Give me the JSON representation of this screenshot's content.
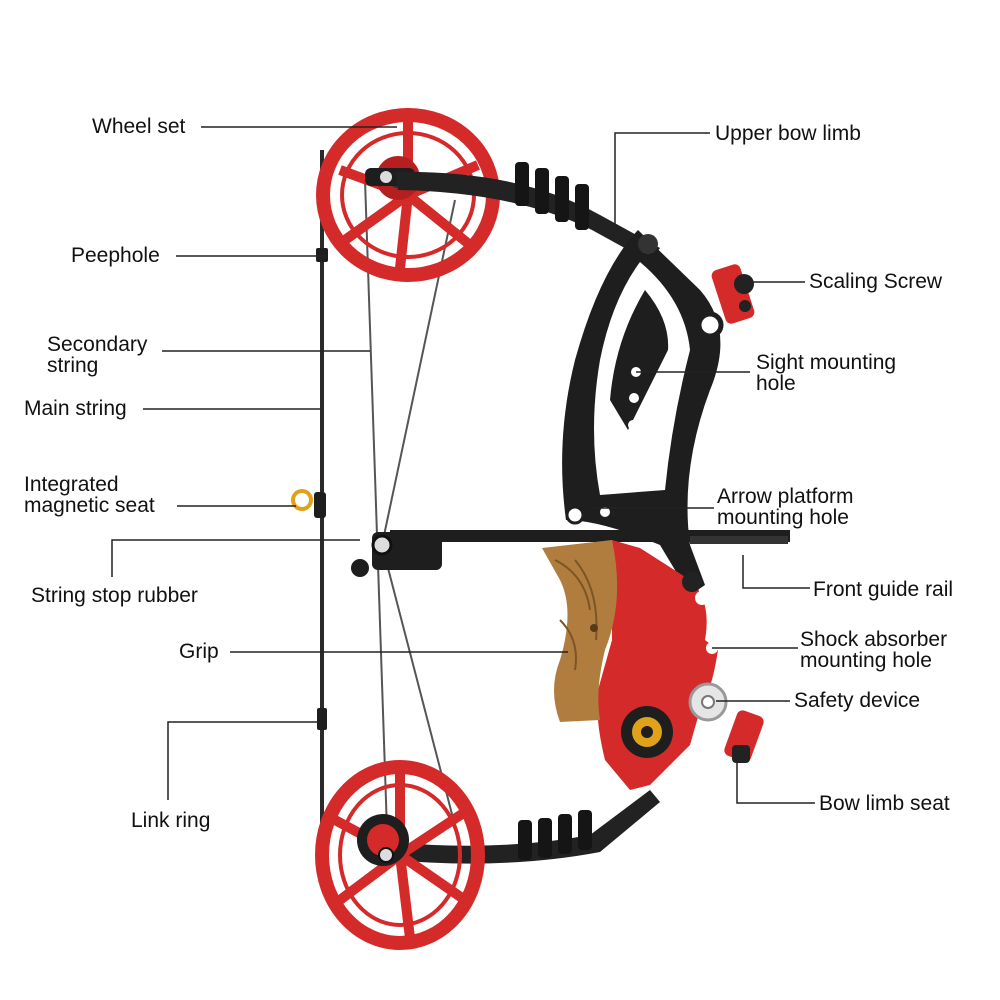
{
  "labels": {
    "wheel_set": "Wheel set",
    "upper_bow_limb": "Upper bow limb",
    "peephole": "Peephole",
    "scaling_screw": "Scaling Screw",
    "secondary_string": [
      "Secondary",
      "string"
    ],
    "sight_mounting_hole": [
      "Sight mounting",
      "hole"
    ],
    "main_string": "Main string",
    "integrated_magnetic_seat": [
      "Integrated",
      "magnetic seat"
    ],
    "arrow_platform_mounting_hole": [
      "Arrow platform",
      "mounting hole"
    ],
    "string_stop_rubber": "String stop rubber",
    "front_guide_rail": "Front guide rail",
    "grip": "Grip",
    "shock_absorber_mounting_hole": [
      "Shock absorber",
      "mounting hole"
    ],
    "safety_device": "Safety device",
    "link_ring": "Link ring",
    "bow_limb_seat": "Bow limb seat"
  },
  "colors": {
    "wheel": "#d42a2a",
    "riser": "#1e1e1e",
    "grip_wood": "#b07d3f",
    "leader": "#222222",
    "text": "#111111",
    "accent_gold": "#e0a21a"
  },
  "icons": {
    "bow": "compound-bow-illustration"
  }
}
